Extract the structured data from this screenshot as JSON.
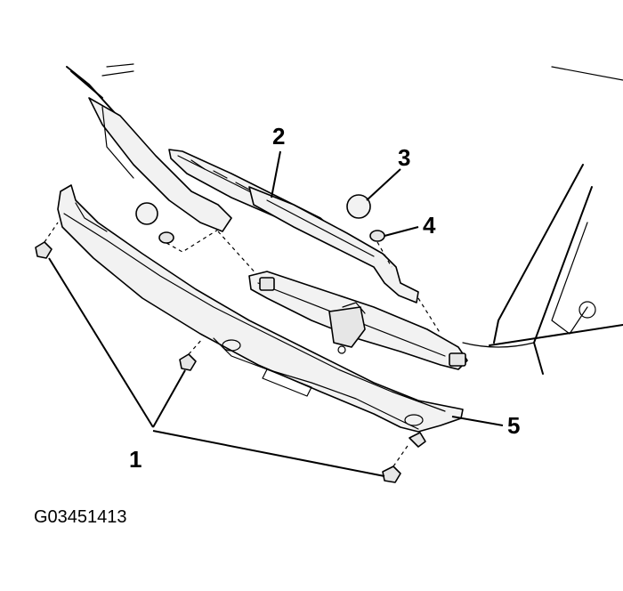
{
  "diagram": {
    "callouts": {
      "c1": "1",
      "c2": "2",
      "c3": "3",
      "c4": "4",
      "c5": "5"
    },
    "figure_id": "G03451413"
  }
}
